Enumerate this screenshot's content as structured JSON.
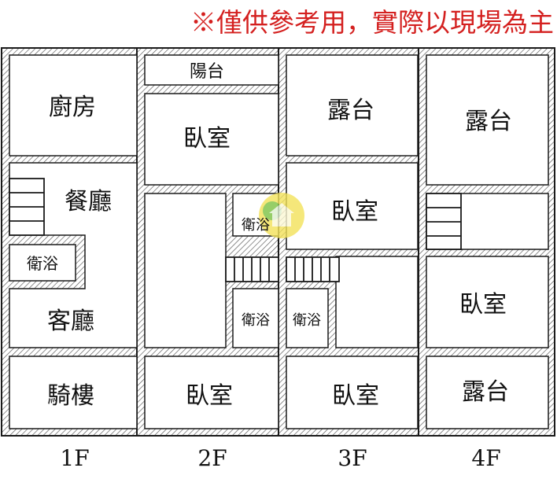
{
  "disclaimer": "※僅供參考用，實際以現場為主",
  "colors": {
    "disclaimer": "#d4201f",
    "wall_line": "#1a1a1a",
    "hatch": "#555555",
    "room_fill": "#ffffff",
    "watermark_yellow": "#f3e25a",
    "watermark_green": "#7cc243"
  },
  "floors": {
    "f1": {
      "label": "1F",
      "rooms": {
        "kitchen": "廚房",
        "dining": "餐廳",
        "bath": "衛浴",
        "living": "客廳",
        "arcade": "騎樓"
      }
    },
    "f2": {
      "label": "2F",
      "rooms": {
        "balcony": "陽台",
        "bedroom_top": "臥室",
        "bath_upper": "衛浴",
        "bath_lower": "衛浴",
        "bedroom_bottom": "臥室"
      }
    },
    "f3": {
      "label": "3F",
      "rooms": {
        "terrace": "露台",
        "bedroom_mid": "臥室",
        "bath": "衛浴",
        "bedroom_bottom": "臥室"
      }
    },
    "f4": {
      "label": "4F",
      "rooms": {
        "terrace_top": "露台",
        "bedroom": "臥室",
        "terrace_bottom": "露台"
      }
    }
  }
}
